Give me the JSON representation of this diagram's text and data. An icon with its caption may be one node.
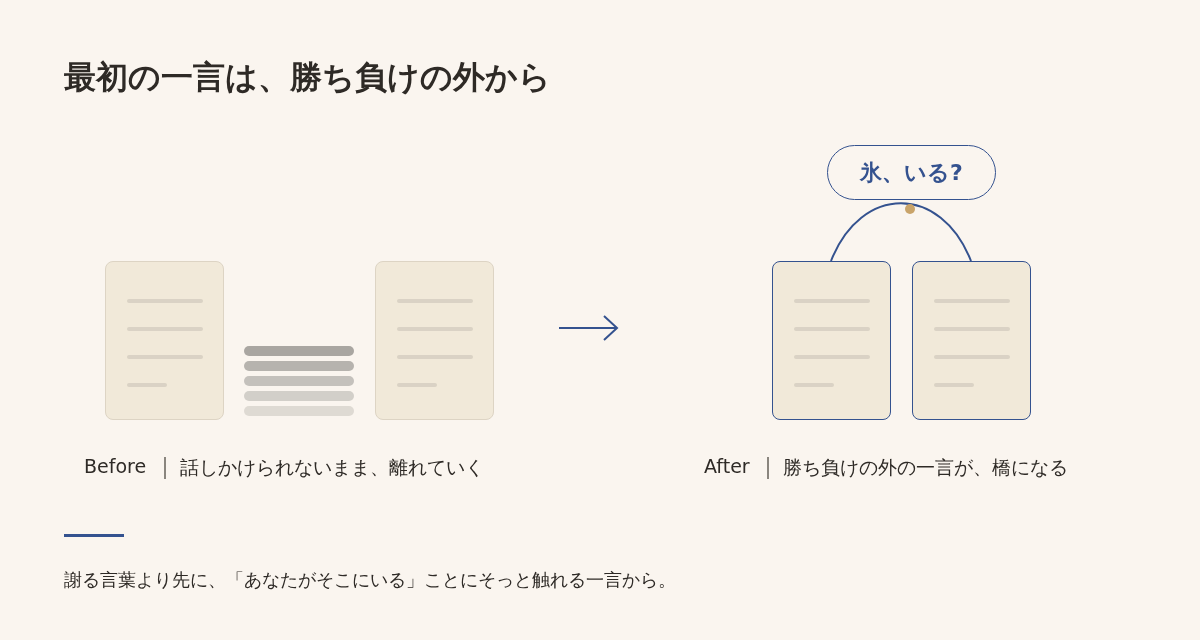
{
  "diagram": {
    "title": "最初の一言は、勝ち負けの外から",
    "nodes": [
      {
        "text": [],
        "shape": "box"
      },
      {
        "text": [],
        "shape": "box"
      },
      {
        "text": [],
        "shape": "box"
      },
      {
        "text": [],
        "shape": "box"
      },
      {
        "text": [
          "氷、いる?"
        ]
      }
    ],
    "edges": [
      {
        "from": 2,
        "to": 3,
        "arrow": "none"
      }
    ],
    "labels": [
      "Before",
      "話しかけられないまま、離れていく",
      "After",
      "勝ち負けの外の一言が、橋になる",
      "謝る言葉より先に、「あなたがそこにいる」ことにそっと触れる一言から。"
    ]
  }
}
